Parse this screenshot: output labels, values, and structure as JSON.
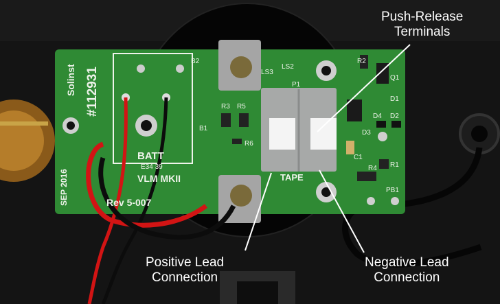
{
  "board": {
    "brand": "Solinst",
    "part_number": "#112931",
    "date_code": "SEP 2016",
    "battery_label": "BATT",
    "battery_pad_label": "B2",
    "b1_label": "B1",
    "model_text": "VLM MKII",
    "revision_text": "Rev 5-007",
    "cert_text": "E34 39",
    "tape_label": "TAPE",
    "ls2_label": "LS2",
    "ls3_label": "LS3",
    "p1_label": "P1",
    "r2_label": "R2",
    "q1_label": "Q1",
    "d1_label": "D1",
    "r3_label": "R3",
    "r5_label": "R5",
    "r6_label": "R6",
    "d2_label": "D2",
    "d3_label": "D3",
    "d4_label": "D4",
    "c1_label": "C1",
    "r1_label": "R1",
    "r4_label": "R4",
    "pb1_label": "PB1"
  },
  "callouts": {
    "push_release": [
      "Push-Release",
      "Terminals"
    ],
    "positive_lead": [
      "Positive Lead",
      "Connection"
    ],
    "negative_lead": [
      "Negative Lead",
      "Connection"
    ]
  },
  "colors": {
    "pcb_green": "#2f8a34",
    "pcb_dark": "#236b28",
    "terminal_gray": "#a7a9a8",
    "wire_red": "#d21414",
    "wire_black": "#0c0c0c",
    "background": "#111111"
  }
}
